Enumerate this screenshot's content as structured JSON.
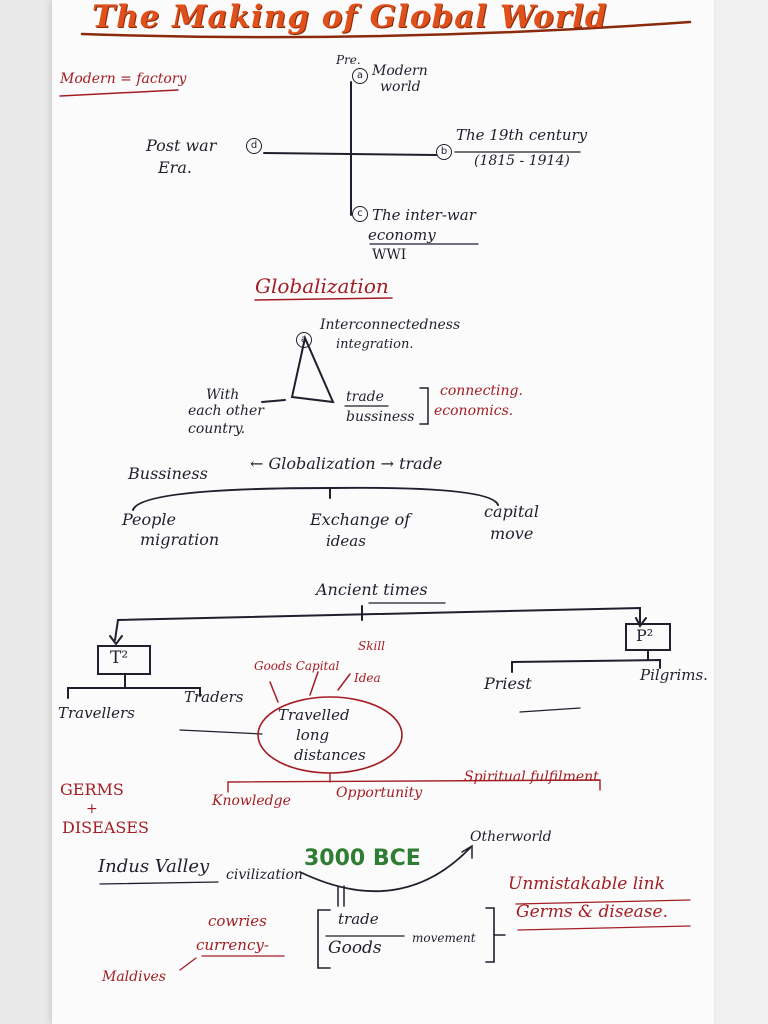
{
  "title": "The Making of Global World",
  "modern_factory": "Modern = factory",
  "quadrant": {
    "pre": "Pre.",
    "a_label": "a",
    "b_label": "b",
    "c_label": "c",
    "d_label": "d",
    "modern_world_1": "Modern",
    "modern_world_2": "world",
    "century_line1": "The 19th century",
    "century_line2": "(1815 - 1914)",
    "postwar_1": "Post war",
    "postwar_2": "Era.",
    "interwar_1": "The inter-war",
    "interwar_2": "economy",
    "interwar_3": "WWI"
  },
  "globalization": {
    "heading": "Globalization",
    "interconnectedness": "Interconnectedness",
    "integration": "integration.",
    "with_1": "With",
    "with_2": "each other",
    "with_3": "country.",
    "trade_1": "trade",
    "trade_2": "bussiness",
    "connecting_1": "connecting.",
    "connecting_2": "economics."
  },
  "chain": {
    "business": "Bussiness",
    "center": "← Globalization → trade",
    "people_1": "People",
    "people_2": "migration",
    "exchange_1": "Exchange of",
    "exchange_2": "ideas",
    "capital_1": "capital",
    "capital_2": "move"
  },
  "ancient": {
    "heading": "Ancient times",
    "t2": "T²",
    "p2": "P²",
    "travellers": "Travellers",
    "traders": "Traders",
    "priest": "Priest",
    "pilgrims": "Pilgrims.",
    "goods_capital": "Goods Capital",
    "skill": "Skill",
    "idea": "Idea",
    "travelled_1": "Travelled",
    "travelled_2": "long",
    "travelled_3": "distances",
    "knowledge": "Knowledge",
    "opportunity": "Opportunity",
    "spiritual": "Spiritual fulfilment",
    "germs_1": "GERMS",
    "germs_plus": "+",
    "germs_2": "DISEASES"
  },
  "indus": {
    "indus_valley": "Indus Valley",
    "civilization": "civilization",
    "bce": "3000 BCE",
    "otherworld": "Otherworld",
    "unmistakable_1": "Unmistakable link",
    "unmistakable_2": "Germs & disease.",
    "cowries_1": "cowries",
    "cowries_2": "currency-",
    "trade": "trade",
    "goods": "Goods",
    "movement": "movement",
    "maldives": "Maldives"
  },
  "colors": {
    "ink": "#1f1f2e",
    "red_ink": "#a31d24",
    "title_orange": "#e0501a",
    "green_ink": "#2e7d32"
  }
}
